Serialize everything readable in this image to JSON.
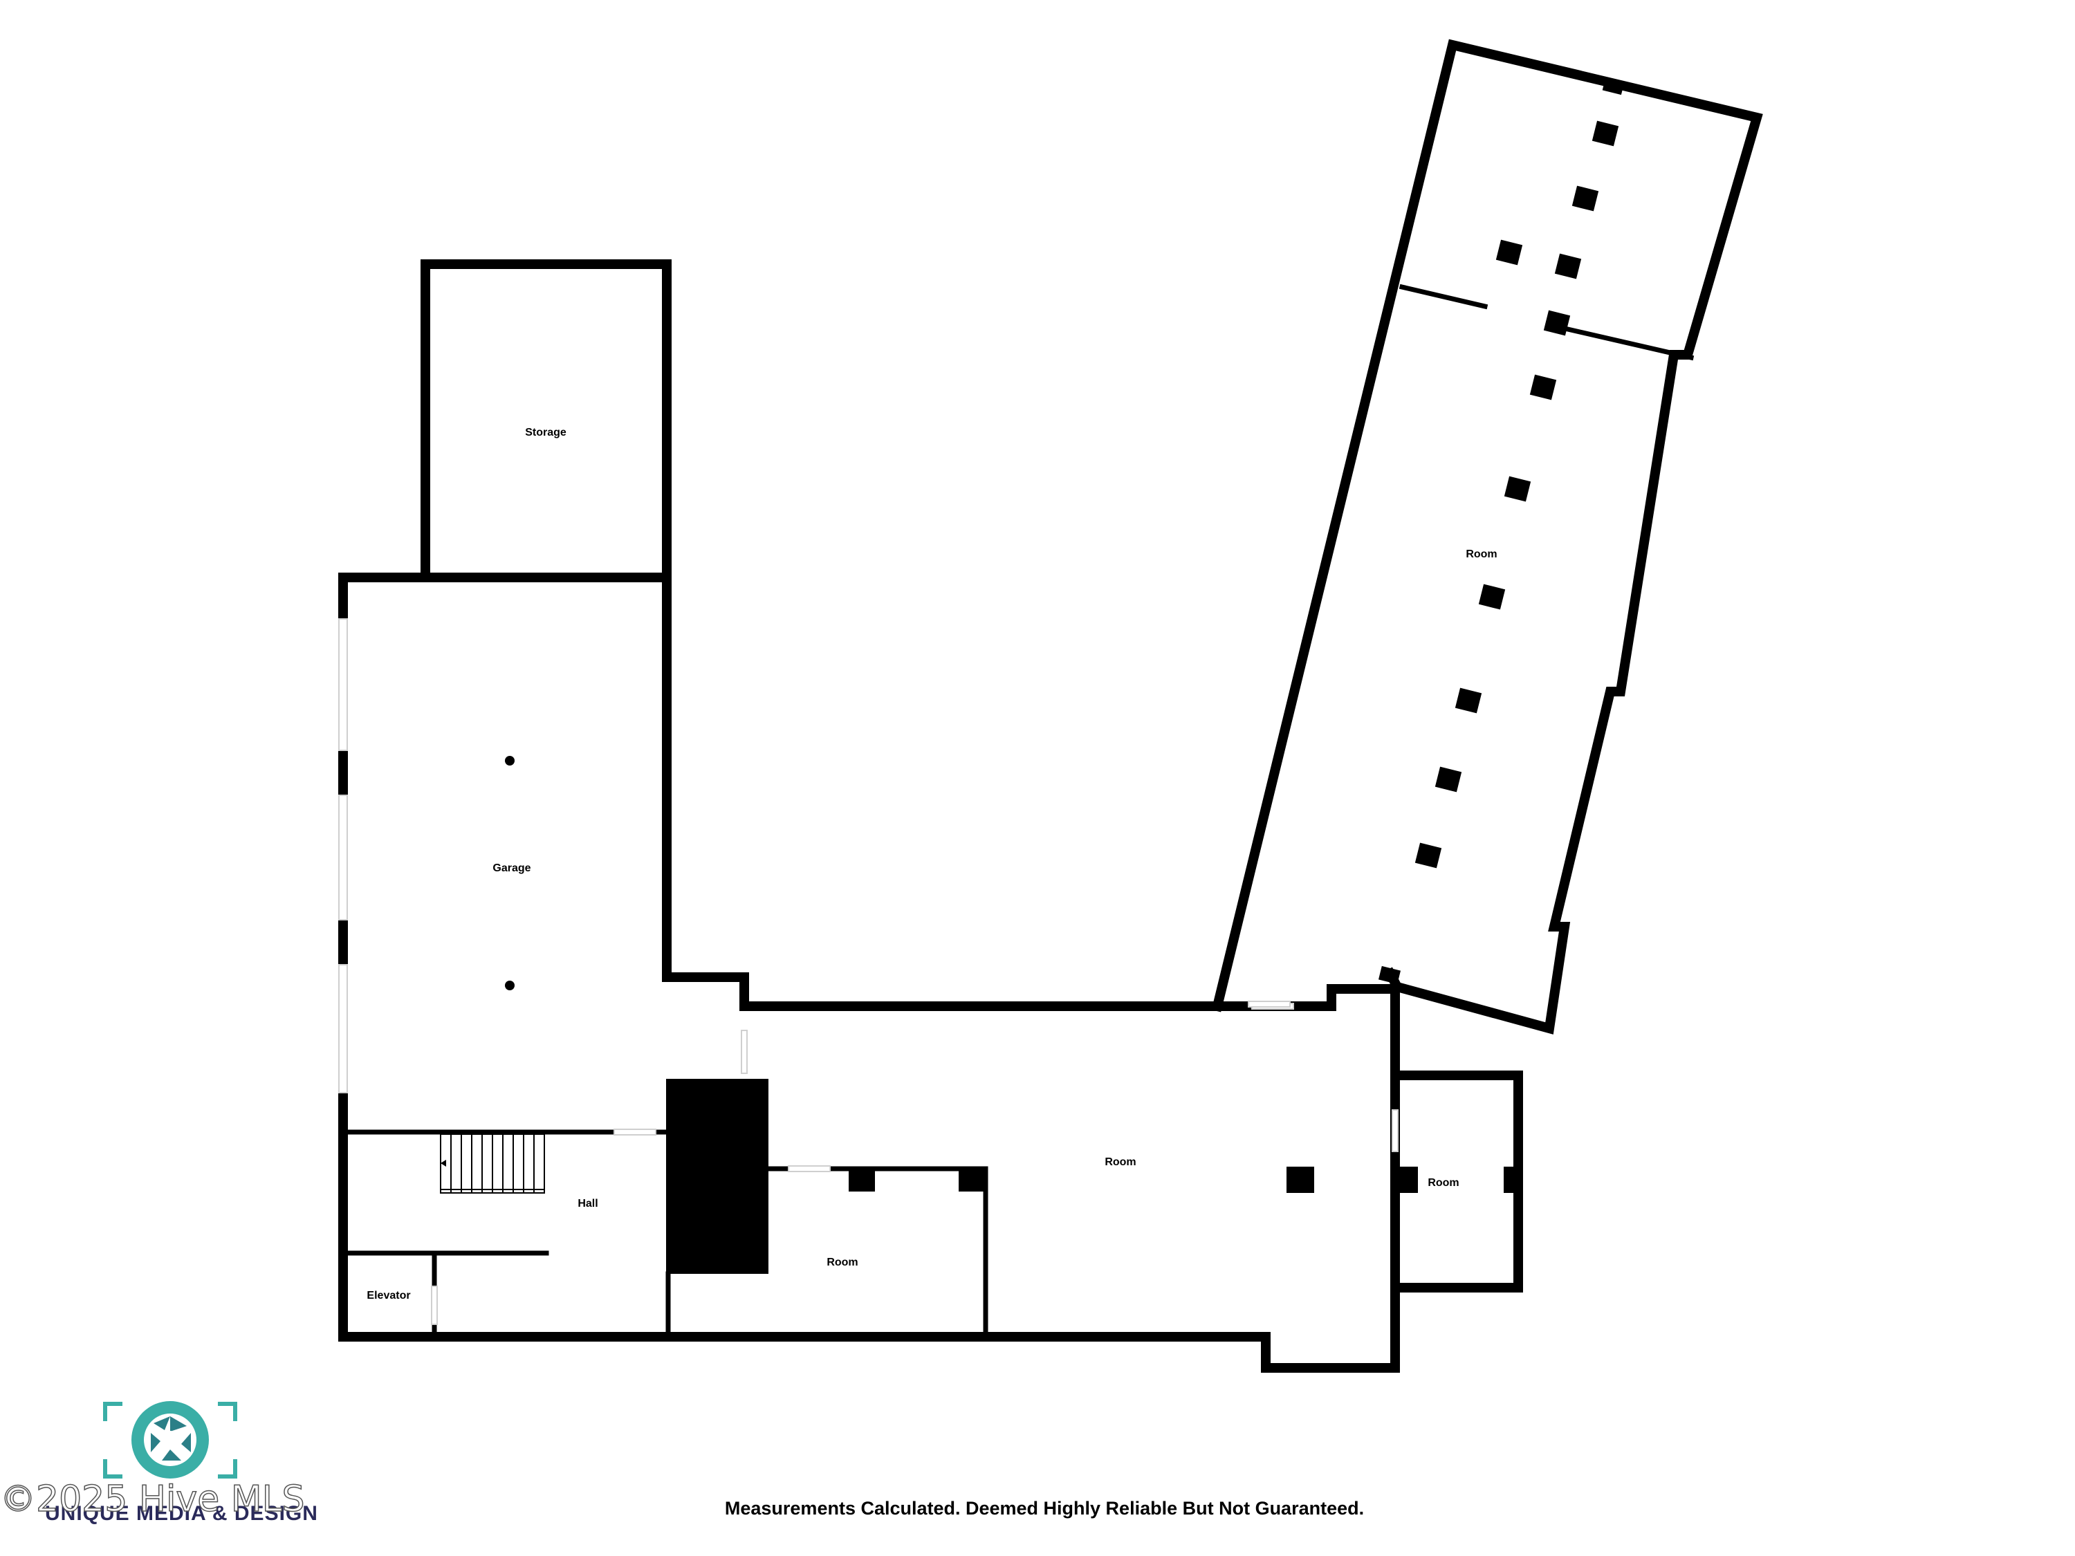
{
  "rooms": {
    "storage": "Storage",
    "garage": "Garage",
    "hall": "Hall",
    "elevator": "Elevator",
    "room_small": "Room",
    "room_main": "Room",
    "room_east": "Room",
    "room_wing": "Room"
  },
  "footer": {
    "disclaimer": "Measurements Calculated. Deemed Highly Reliable But Not Guaranteed."
  },
  "branding": {
    "logo_text": "UNIQUE MEDIA & DESIGN",
    "watermark": "©2025 Hive MLS"
  },
  "colors": {
    "wall": "#000000",
    "logo_teal": "#3aaea6",
    "logo_navy": "#2a2a5a"
  }
}
